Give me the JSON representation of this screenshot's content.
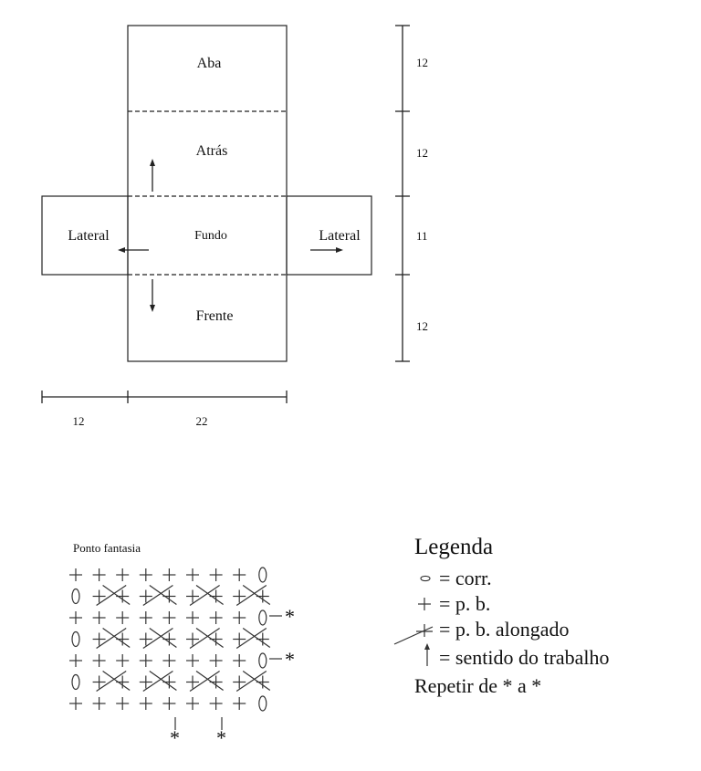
{
  "pattern": {
    "panels": {
      "aba": "Aba",
      "atras": "Atrás",
      "fundo": "Fundo",
      "frente": "Frente",
      "lateral_left": "Lateral",
      "lateral_right": "Lateral"
    },
    "vertical_dims": [
      "12",
      "12",
      "11",
      "12"
    ],
    "horizontal_dims": [
      "12",
      "22"
    ]
  },
  "stitch_chart": {
    "title": "Ponto fantasia",
    "repeat_marker": "*"
  },
  "legend": {
    "title": "Legenda",
    "items": [
      {
        "icon": "chain-oval-icon",
        "text": "= corr."
      },
      {
        "icon": "plus-icon",
        "text": "= p. b."
      },
      {
        "icon": "long-stitch-icon",
        "text": "= p. b. alongado"
      },
      {
        "icon": "up-arrow-icon",
        "text": "= sentido do trabalho"
      }
    ],
    "repeat_note": "Repetir de * a *"
  }
}
